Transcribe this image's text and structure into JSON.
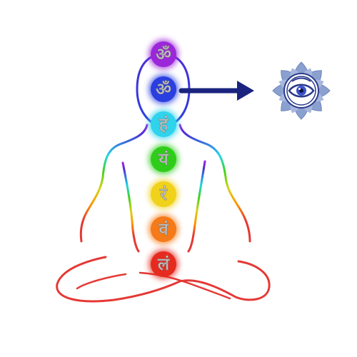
{
  "figure": {
    "subject": "meditating-figure-with-seven-chakras",
    "outline_gradient": [
      "#e53935",
      "#ff9800",
      "#ffd600",
      "#43d21b",
      "#1fd6e6",
      "#2222cc",
      "#9b27d9"
    ]
  },
  "chakras": [
    {
      "id": "crown",
      "glyph": "ॐ",
      "color": "#9b27d9"
    },
    {
      "id": "third-eye",
      "glyph": "ॐ",
      "color": "#2a3fe0"
    },
    {
      "id": "throat",
      "glyph": "हं",
      "color": "#2fd3ec"
    },
    {
      "id": "heart",
      "glyph": "यं",
      "color": "#2fcd1a"
    },
    {
      "id": "solar-plexus",
      "glyph": "रं",
      "color": "#f0d21a"
    },
    {
      "id": "sacral",
      "glyph": "वं",
      "color": "#f57a19"
    },
    {
      "id": "root",
      "glyph": "लं",
      "color": "#e52b1f"
    }
  ],
  "arrow": {
    "color": "#1a237e",
    "points_to": "third-eye-emblem"
  },
  "emblem": {
    "icon": "third-eye-lotus-icon",
    "petal_color": "#8aa0cf",
    "ring_color": "#2a3a8c",
    "iris_color": "#3a52c8"
  }
}
